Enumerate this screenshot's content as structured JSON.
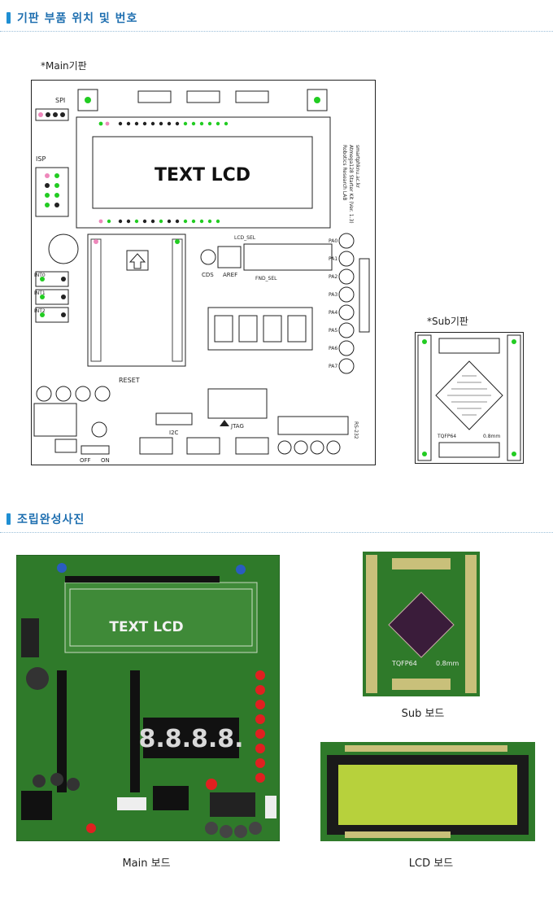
{
  "sections": {
    "pcb_layout_title": "기판 부품 위치 및 번호",
    "assembly_photo_title": "조립완성사진"
  },
  "labels": {
    "main_board_label": "*Main기판",
    "sub_board_label": "*Sub기판"
  },
  "main_pcb": {
    "spi": "SPI",
    "isp": "ISP",
    "lcd_text": "TEXT LCD",
    "side_text": "Robotics Research LAB",
    "side_text2": "Atmega128 Starter Kit (Ver. 1.3)",
    "side_text3": "smartphknu.ac.kr",
    "cds": "CDS",
    "aref": "AREF",
    "lcd_sel": "LCD_SEL",
    "fnd_sel": "FND_SEL",
    "reset": "RESET",
    "i2c": "I2C",
    "jtag": "JTAG",
    "off": "OFF",
    "on": "ON",
    "int0": "INT0",
    "int1": "INT1",
    "int2": "INT2",
    "pa_labels": [
      "PA0",
      "PA1",
      "PA2",
      "PA3",
      "PA4",
      "PA5",
      "PA6",
      "PA7"
    ],
    "rs232": "RS-232"
  },
  "sub_pcb": {
    "tqfp": "TQFP64",
    "pitch": "0.8mm"
  },
  "photos": {
    "main_caption": "Main 보드",
    "sub_caption": "Sub 보드",
    "lcd_caption": "LCD 보드",
    "main_lcd_text": "TEXT LCD",
    "sub_chip_text": "TQFP64",
    "sub_pitch_text": "0.8mm",
    "seg_display": "8.8.8.8."
  },
  "colors": {
    "accent": "#1f8fd3",
    "pcb_green": "#2f7a2a",
    "pad_green": "#22cc22",
    "pad_pink": "#ee88bb",
    "lcd_green": "#b7d13c"
  }
}
